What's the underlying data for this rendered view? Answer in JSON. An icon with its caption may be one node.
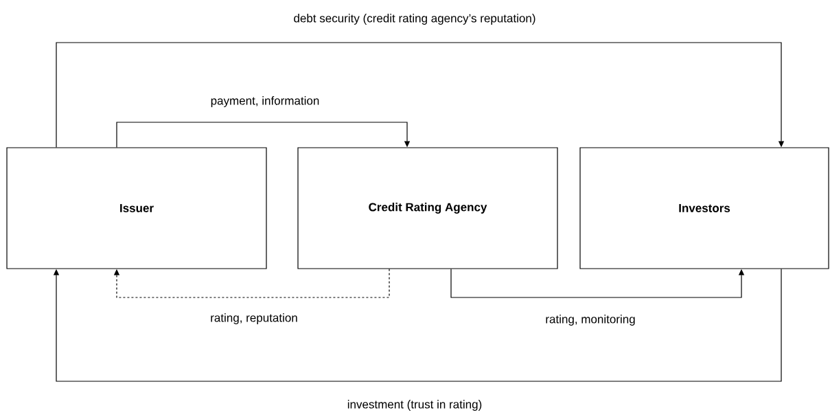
{
  "diagram": {
    "nodes": [
      {
        "text": [
          "Issuer"
        ]
      },
      {
        "text": [
          "Credit Rating Agency"
        ]
      },
      {
        "text": [
          "Investors"
        ]
      }
    ],
    "edges": [
      {
        "from": 0,
        "to": 2,
        "arrow": "to",
        "label": "debt security (credit rating agency’s reputation)"
      },
      {
        "from": 0,
        "to": 1,
        "arrow": "to",
        "label": "payment, information"
      },
      {
        "from": 1,
        "to": 0,
        "arrow": "to",
        "label": "rating, reputation",
        "style": "dashed"
      },
      {
        "from": 1,
        "to": 2,
        "arrow": "to",
        "label": "rating, monitoring"
      },
      {
        "from": 2,
        "to": 0,
        "arrow": "to",
        "label": "investment (trust in rating)"
      }
    ]
  }
}
